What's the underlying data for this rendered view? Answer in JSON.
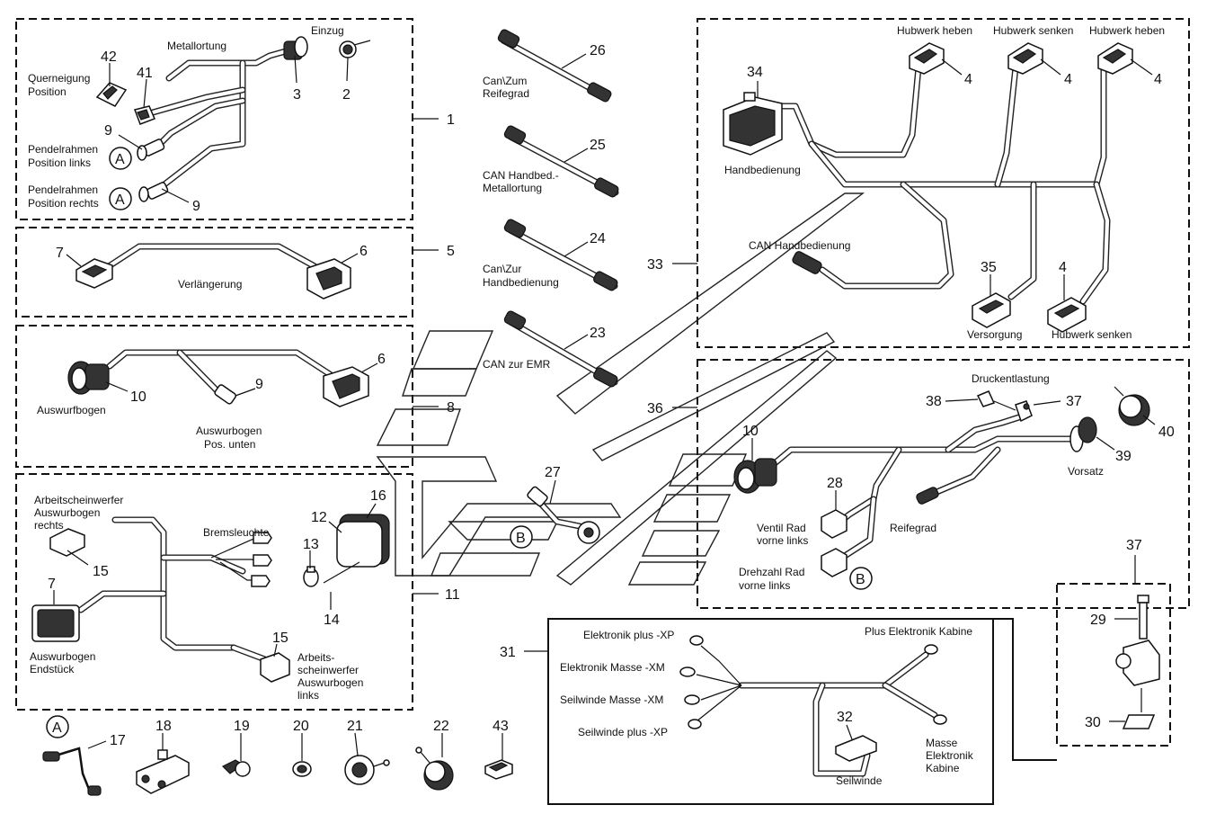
{
  "groups": {
    "g1": {
      "number": "1",
      "labels": {
        "metallortung": "Metallortung",
        "einzug": "Einzug",
        "querneigung_line1": "Querneigung",
        "querneigung_line2": "Position",
        "pendel_links_line1": "Pendelrahmen",
        "pendel_links_line2": "Position links",
        "pendel_rechts_line1": "Pendelrahmen",
        "pendel_rechts_line2": "Position rechts"
      }
    },
    "g5": {
      "number": "5",
      "labels": {
        "verlaengerung": "Verlängerung"
      }
    },
    "g8": {
      "number": "8",
      "labels": {
        "auswurfbogen": "Auswurfbogen",
        "pos_unten_line1": "Auswurbogen",
        "pos_unten_line2": "Pos. unten"
      }
    },
    "g11": {
      "number": "11",
      "labels": {
        "aw_rechts_line1": "Arbeitscheinwerfer",
        "aw_rechts_line2": "Auswurbogen",
        "aw_rechts_line3": "rechts",
        "bremsleuchte": "Bremsleuchte",
        "endstueck_line1": "Auswurbogen",
        "endstueck_line2": "Endstück",
        "aw_links_line1": "Arbeits-",
        "aw_links_line2": "scheinwerfer",
        "aw_links_line3": "Auswurbogen",
        "aw_links_line4": "links"
      }
    },
    "g33": {
      "number": "33",
      "labels": {
        "hubwerk_heben_1": "Hubwerk heben",
        "hubwerk_senken_1": "Hubwerk senken",
        "hubwerk_heben_2": "Hubwerk heben",
        "handbedienung": "Handbedienung",
        "can_handbedienung": "CAN Handbedienung",
        "versorgung": "Versorgung",
        "hubwerk_senken_2": "Hubwerk senken"
      }
    },
    "g36": {
      "number": "36",
      "labels": {
        "druckentlastung": "Druckentlastung",
        "vorsatz": "Vorsatz",
        "reifegrad": "Reifegrad",
        "ventil_line1": "Ventil Rad",
        "ventil_line2": "vorne links",
        "drehzahl_line1": "Drehzahl Rad",
        "drehzahl_line2": "vorne links"
      }
    },
    "g31": {
      "number": "31",
      "labels": {
        "elektronik_plus": "Elektronik plus -XP",
        "elektronik_masse": "Elektronik Masse -XM",
        "seilwinde_masse": "Seilwinde Masse -XM",
        "seilwinde_plus": "Seilwinde plus -XP",
        "plus_kabine": "Plus Elektronik Kabine",
        "masse_kabine_line1": "Masse",
        "masse_kabine_line2": "Elektronik",
        "masse_kabine_line3": "Kabine",
        "seilwinde": "Seilwinde"
      }
    },
    "g37": {
      "number": "37"
    }
  },
  "cables": {
    "c26": {
      "number": "26",
      "line1": "Can\\Zum",
      "line2": "Reifegrad"
    },
    "c25": {
      "number": "25",
      "line1": "CAN Handbed.-",
      "line2": "Metallortung"
    },
    "c24": {
      "number": "24",
      "line1": "Can\\Zur",
      "line2": "Handbedienung"
    },
    "c23": {
      "number": "23",
      "line1": "CAN zur EMR"
    }
  },
  "callouts": {
    "n42": "42",
    "n41": "41",
    "n3": "3",
    "n2": "2",
    "n9a": "9",
    "n9b": "9",
    "n7a": "7",
    "n6a": "6",
    "n10a": "10",
    "n9c": "9",
    "n6b": "6",
    "n16": "16",
    "n12": "12",
    "n13": "13",
    "n14": "14",
    "n15a": "15",
    "n7b": "7",
    "n15b": "15",
    "n27": "27",
    "n34": "34",
    "n4a": "4",
    "n4b": "4",
    "n4c": "4",
    "n35": "35",
    "n4d": "4",
    "n38": "38",
    "n37": "37",
    "n40": "40",
    "n39": "39",
    "n10b": "10",
    "n28": "28",
    "n29": "29",
    "n30": "30",
    "n32": "32",
    "n17": "17",
    "n18": "18",
    "n19": "19",
    "n20": "20",
    "n21": "21",
    "n22": "22",
    "n43": "43"
  },
  "markers": {
    "a1": "A",
    "a2": "A",
    "a3": "A",
    "b1": "B",
    "b2": "B"
  }
}
